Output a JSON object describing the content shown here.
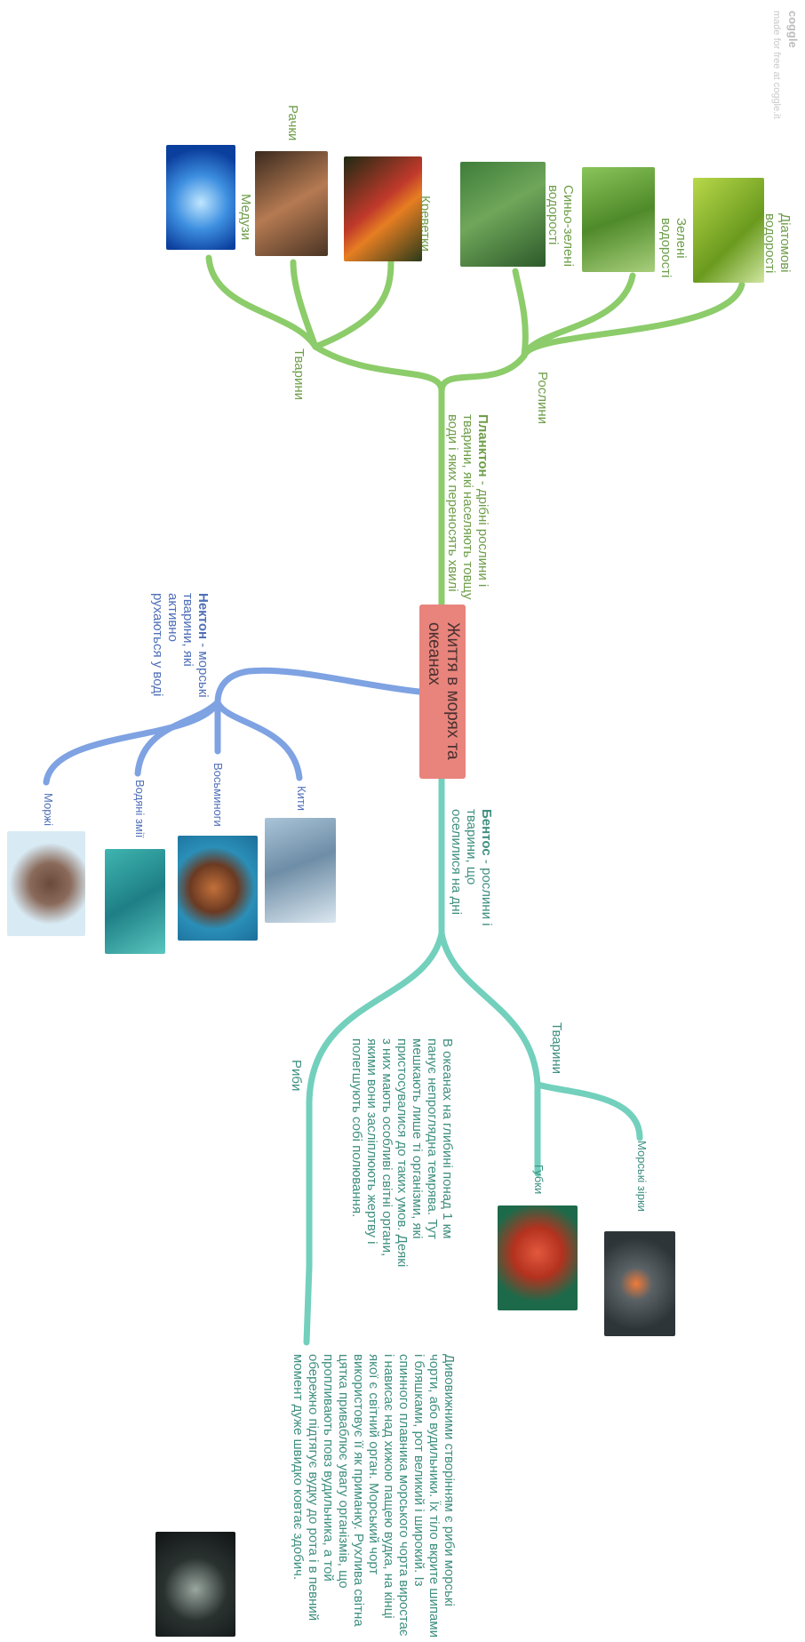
{
  "brand": {
    "logo": "coggle",
    "tagline": "made for free at coggle.it"
  },
  "center": {
    "title": "Життя в морях та океанах"
  },
  "colors": {
    "plankton": "#8ccc6a",
    "nekton": "#7ea2e2",
    "benthos": "#72d0bc",
    "center": "#e8847c"
  },
  "plankton": {
    "desc_bold": "Планктон",
    "desc_rest": " - дрібні рослини і тварини, які населяють товщу води і яких переносять хвилі",
    "plants": {
      "label": "Рослини",
      "items": [
        "Діатомові водорості",
        "Зелені водорості",
        "Синьо-зелені водорості"
      ]
    },
    "animals": {
      "label": "Тварини",
      "items": [
        "Креветки",
        "Рачки",
        "Медузи"
      ]
    }
  },
  "nekton": {
    "desc_bold": "Нектон",
    "desc_rest": " - морські тварини, які активно рухаються у воді",
    "items": [
      "Кити",
      "Восьминоги",
      "Водяні змії",
      "Моржі"
    ]
  },
  "benthos": {
    "desc_bold": "Бентос",
    "desc_rest": " - рослини і тварини, що оселилися на дні",
    "animals": {
      "label": "Тварини",
      "items": [
        "Губки",
        "Морські зірки"
      ]
    },
    "fish": {
      "label": "Риби",
      "note1": "В океанах на глибині понад 1 км панує непроглядна темрява. Тут мешкають лише ті організми, які пристосувалися до таких умов. Деякі з них мають особливі світні органи, якими вони засліплюють жертву і полегшують собі полювання.",
      "note2": "Дивовижними створінням є риби морські чорти, або вудильники. Їх тіло вкрите шипами і бляшками, рот великий і широкий. Із спинного плавника морського чорта виростає і нависає над хижою пащею вудка, на кінці якої є світний орган. Морський чорт використовує її як приманку. Рухлива світна цятка приваблює увагу організмів, що пропливають повз вудильника, а той обережно підтягує вудку до рота і в певний момент дуже швидко ковтає здобич."
    }
  }
}
